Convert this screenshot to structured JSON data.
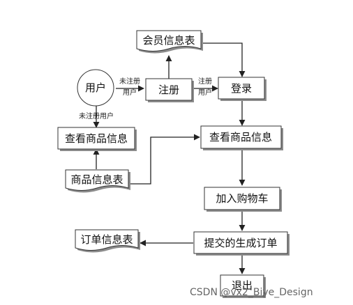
{
  "nodes": {
    "member_table": "会员信息表",
    "user": "用户",
    "register": "注册",
    "login": "登录",
    "view_goods_left": "查看商品信息",
    "view_goods_main": "查看商品信息",
    "goods_table": "商品信息表",
    "add_cart": "加入购物车",
    "submit_order": "提交的生成订单",
    "order_table": "订单信息表",
    "logout": "退出"
  },
  "labels": {
    "unregistered_user": "未注册用户",
    "unregistered_line1": "未注册",
    "unregistered_line2": "用户",
    "registered_line1": "注册",
    "registered_line2": "用户"
  },
  "watermark": "CSDN @vx2_Biye_Design",
  "colors": {
    "line": "#222222",
    "border": "#333333",
    "shadow": "#8c8c8c",
    "watermark": "#666666"
  }
}
